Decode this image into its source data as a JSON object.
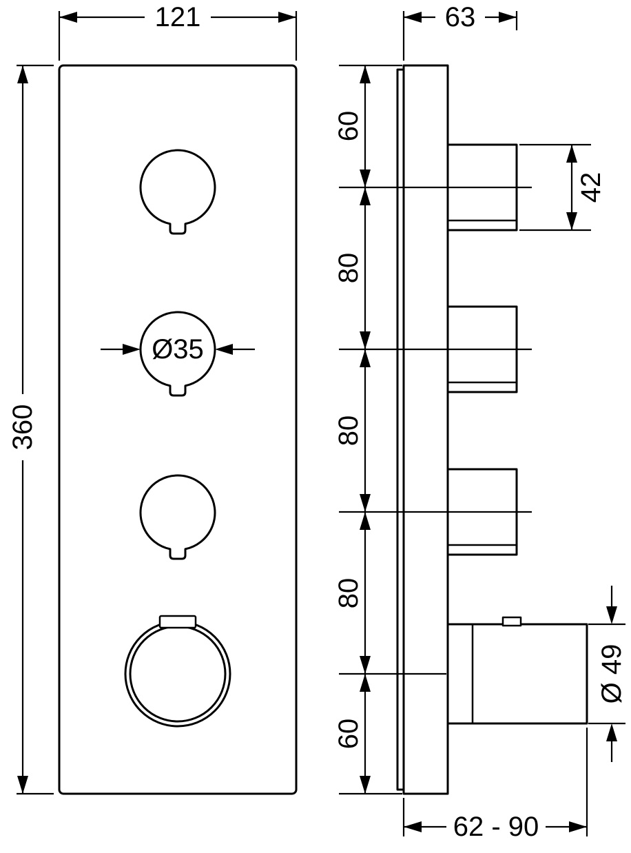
{
  "front_view": {
    "width": "121",
    "height": "360",
    "select_knob_diameter": "Ø35",
    "select_knob_count": 3
  },
  "side_view": {
    "depth": "63",
    "valve_module_height": "42",
    "spacings": [
      "60",
      "80",
      "80",
      "80",
      "60"
    ],
    "thermostat_knob_diameter": "Ø 49",
    "installation_depth_range": "62 - 90"
  },
  "colors": {
    "line": "#000000",
    "background": "#ffffff"
  }
}
